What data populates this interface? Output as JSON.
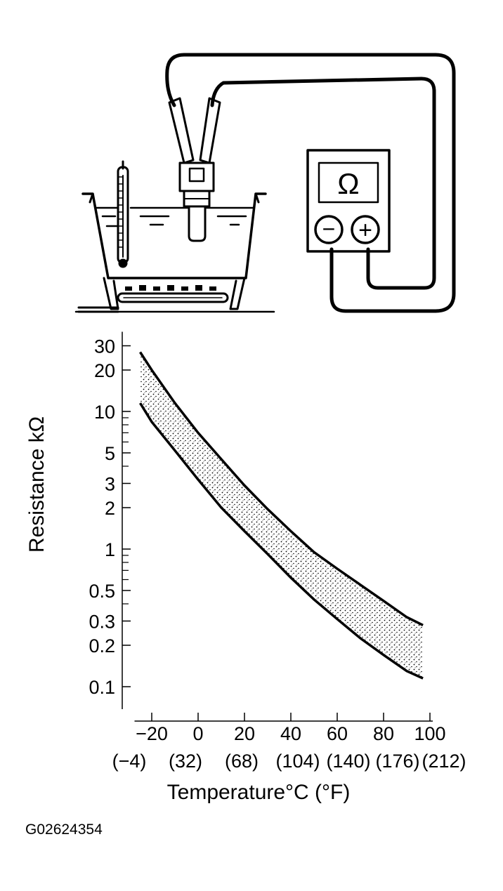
{
  "figure_id": "G02624354",
  "meter": {
    "symbol": "Ω",
    "neg_symbol": "−",
    "pos_symbol": "+"
  },
  "colors": {
    "ink": "#000000",
    "background": "#ffffff"
  },
  "chart_data": {
    "type": "area",
    "xlabel": "Temperature°C (°F)",
    "ylabel": "Resistance kΩ",
    "y_scale": "log",
    "xlim": [
      -25,
      98
    ],
    "ylim": [
      0.1,
      30
    ],
    "grid": false,
    "x_ticks": [
      -20,
      0,
      20,
      40,
      60,
      80,
      100
    ],
    "x_tick_labels": [
      "−20",
      "0",
      "20",
      "40",
      "60",
      "80",
      "100"
    ],
    "x_tick_labels_f": [
      "(−4)",
      "(32)",
      "(68)",
      "(104)",
      "(140)",
      "(176)",
      "(212)"
    ],
    "y_ticks": [
      0.1,
      0.2,
      0.3,
      0.5,
      1,
      2,
      3,
      5,
      10,
      20,
      30
    ],
    "y_tick_labels": [
      "0.1",
      "0.2",
      "0.3",
      "0.5",
      "1",
      "2",
      "3",
      "5",
      "10",
      "20",
      "30"
    ],
    "series": [
      {
        "x": [
          -25,
          -20,
          -10,
          0,
          10,
          20,
          30,
          40,
          50,
          60,
          70,
          80,
          90,
          97
        ],
        "values": [
          27,
          20,
          11.5,
          7,
          4.5,
          2.9,
          1.95,
          1.35,
          0.95,
          0.72,
          0.55,
          0.42,
          0.32,
          0.28
        ]
      },
      {
        "x": [
          -25,
          -20,
          -10,
          0,
          10,
          20,
          30,
          40,
          50,
          60,
          70,
          80,
          90,
          97
        ],
        "values": [
          11.5,
          8.4,
          5.2,
          3.2,
          2.0,
          1.35,
          0.92,
          0.62,
          0.43,
          0.31,
          0.225,
          0.17,
          0.13,
          0.115
        ]
      }
    ]
  }
}
